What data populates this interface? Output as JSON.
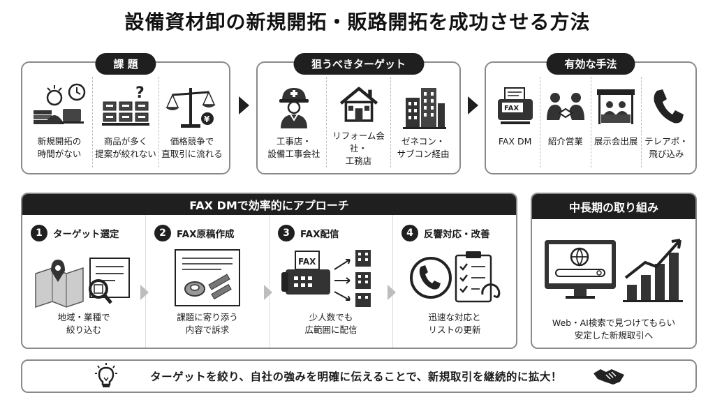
{
  "title": "設備資材卸の新規開拓・販路開拓を成功させる方法",
  "sections": {
    "issues": {
      "header": "課 題",
      "items": [
        {
          "icon": "worried-person-icon",
          "label": "新規開拓の\n時間がない"
        },
        {
          "icon": "product-shelf-icon",
          "label": "商品が多く\n提案が絞れない"
        },
        {
          "icon": "scale-yen-icon",
          "label": "価格競争で\n直取引に流れる"
        }
      ]
    },
    "targets": {
      "header": "狙うべきターゲット",
      "items": [
        {
          "icon": "hardhat-worker-icon",
          "label": "工事店・\n設備工事会社"
        },
        {
          "icon": "house-icon",
          "label": "リフォーム会社・\n工務店"
        },
        {
          "icon": "buildings-icon",
          "label": "ゼネコン・\nサブコン経由"
        }
      ]
    },
    "methods": {
      "header": "有効な手法",
      "items": [
        {
          "icon": "fax-machine-icon",
          "label": "FAX DM",
          "badge": "FAX"
        },
        {
          "icon": "handshake-people-icon",
          "label": "紹介営業"
        },
        {
          "icon": "exhibition-booth-icon",
          "label": "展示会出展"
        },
        {
          "icon": "phone-icon",
          "label": "テレアポ・\n飛び込み"
        }
      ]
    }
  },
  "fax_approach": {
    "header": "FAX DMで効率的にアプローチ",
    "steps": [
      {
        "num": "1",
        "title": "ターゲット選定",
        "icon": "map-search-icon",
        "label": "地域・業種で\n絞り込む"
      },
      {
        "num": "2",
        "title": "FAX原稿作成",
        "icon": "document-draft-icon",
        "label": "課題に寄り添う\n内容で訴求"
      },
      {
        "num": "3",
        "title": "FAX配信",
        "icon": "fax-broadcast-icon",
        "label": "少人数でも\n広範囲に配信",
        "badge": "FAX"
      },
      {
        "num": "4",
        "title": "反響対応・改善",
        "icon": "phone-checklist-icon",
        "label": "迅速な対応と\nリストの更新"
      }
    ]
  },
  "long_term": {
    "header": "中長期の取り組み",
    "icon": "web-search-growth-icon",
    "label": "Web・AI検索で見つけてもらい\n安定した新規取引へ"
  },
  "footer": {
    "message": "ターゲットを絞り、自社の強みを明確に伝えることで、新規取引を継続的に拡大！",
    "left_icon": "lightbulb-icon",
    "right_icon": "handshake-icon"
  }
}
